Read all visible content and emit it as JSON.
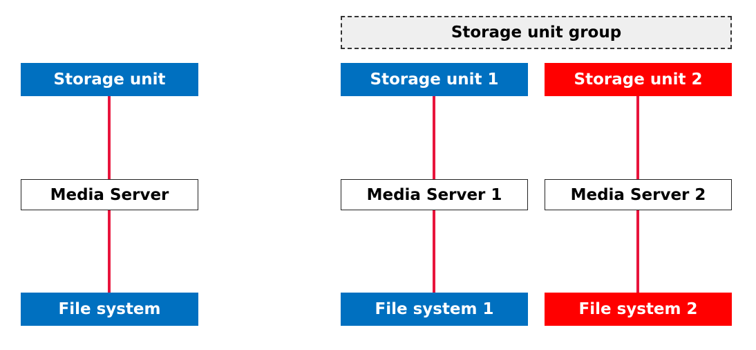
{
  "colors": {
    "blue": "#0070c0",
    "red": "#ff0000",
    "line": "#e8143c"
  },
  "single": {
    "storage_unit": "Storage unit",
    "media_server": "Media Server",
    "file_system": "File system"
  },
  "group": {
    "label": "Storage unit group",
    "columns": [
      {
        "storage_unit": "Storage unit 1",
        "media_server": "Media Server 1",
        "file_system": "File system 1"
      },
      {
        "storage_unit": "Storage unit 2",
        "media_server": "Media Server 2",
        "file_system": "File system 2"
      }
    ]
  }
}
